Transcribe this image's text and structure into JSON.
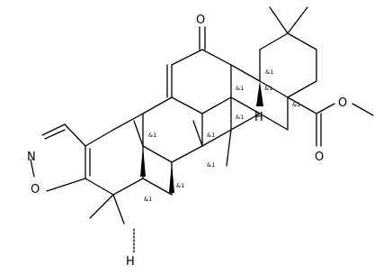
{
  "atoms": {
    "ketone_O": "O",
    "ring_N": "N",
    "ring_O": "O",
    "ester_O_double": "O",
    "ester_O_single": "O",
    "H_top": "H",
    "H_bottom": "H"
  },
  "stereo_label": "&1",
  "stereo_labels": [
    "&1",
    "&1",
    "&1",
    "&1",
    "&1",
    "&1",
    "&1",
    "&1",
    "&1",
    "&1"
  ]
}
